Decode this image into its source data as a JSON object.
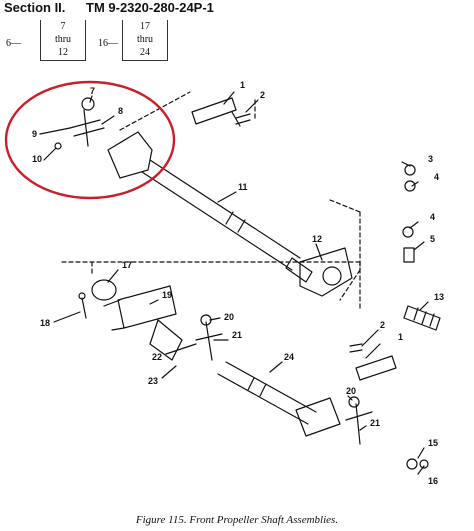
{
  "header": {
    "section": "Section II.",
    "tm": "TM 9-2320-280-24P-1"
  },
  "index": [
    {
      "lead": "6—",
      "top": "7",
      "mid": "thru",
      "bottom": "12"
    },
    {
      "lead": "16—",
      "top": "17",
      "mid": "thru",
      "bottom": "24"
    }
  ],
  "callouts": [
    "1",
    "2",
    "3",
    "4",
    "4",
    "5",
    "7",
    "8",
    "9",
    "10",
    "11",
    "12",
    "13",
    "17",
    "18",
    "19",
    "20",
    "21",
    "22",
    "23",
    "24",
    "20",
    "21",
    "15",
    "16",
    "1",
    "2"
  ],
  "caption": "Figure 115.  Front Propeller Shaft Assemblies.",
  "colors": {
    "highlight": "#c8202a",
    "ink": "#111111"
  }
}
